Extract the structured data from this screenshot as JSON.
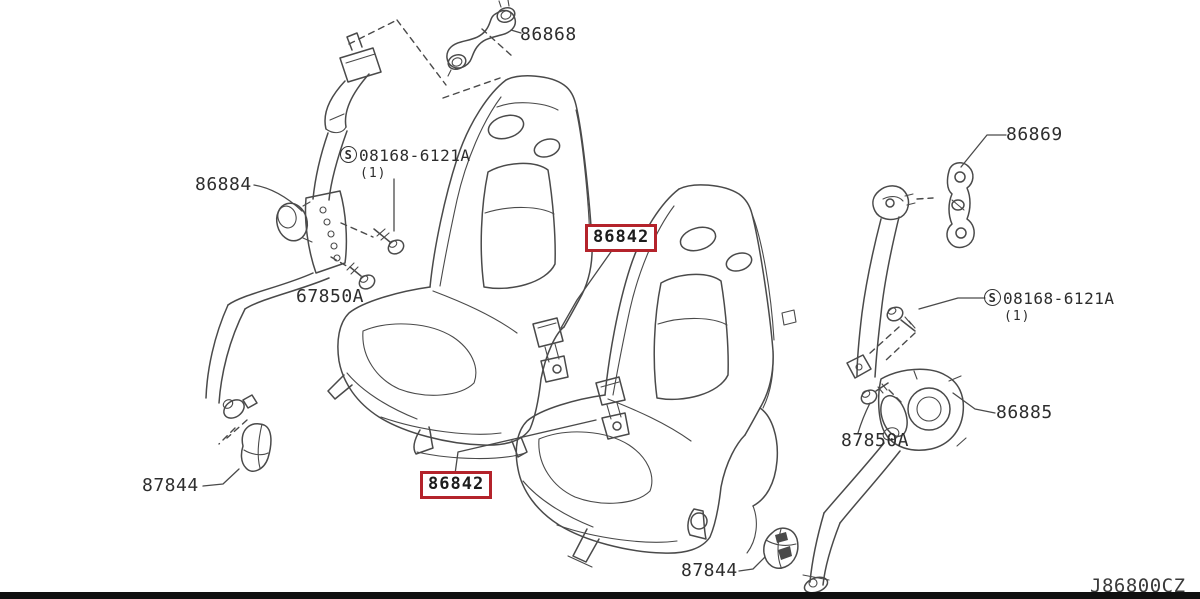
{
  "diagram": {
    "code": "J86800CZ",
    "highlight_color": "#b4232b",
    "line_color": "#4a4a4a",
    "highlighted_part": "86842",
    "labels": {
      "p86868": "86868",
      "p86869": "86869",
      "p86884": "86884",
      "p86885": "86885",
      "p87850a": "87850A",
      "p67850a": "67850A",
      "p87844_left": "87844",
      "p87844_bottom": "87844",
      "screw_left": {
        "symbol": "S",
        "number": "08168-6121A",
        "qty": "(1)"
      },
      "screw_right": {
        "symbol": "S",
        "number": "08168-6121A",
        "qty": "(1)"
      },
      "highlight_top": "86842",
      "highlight_bottom": "86842"
    }
  }
}
